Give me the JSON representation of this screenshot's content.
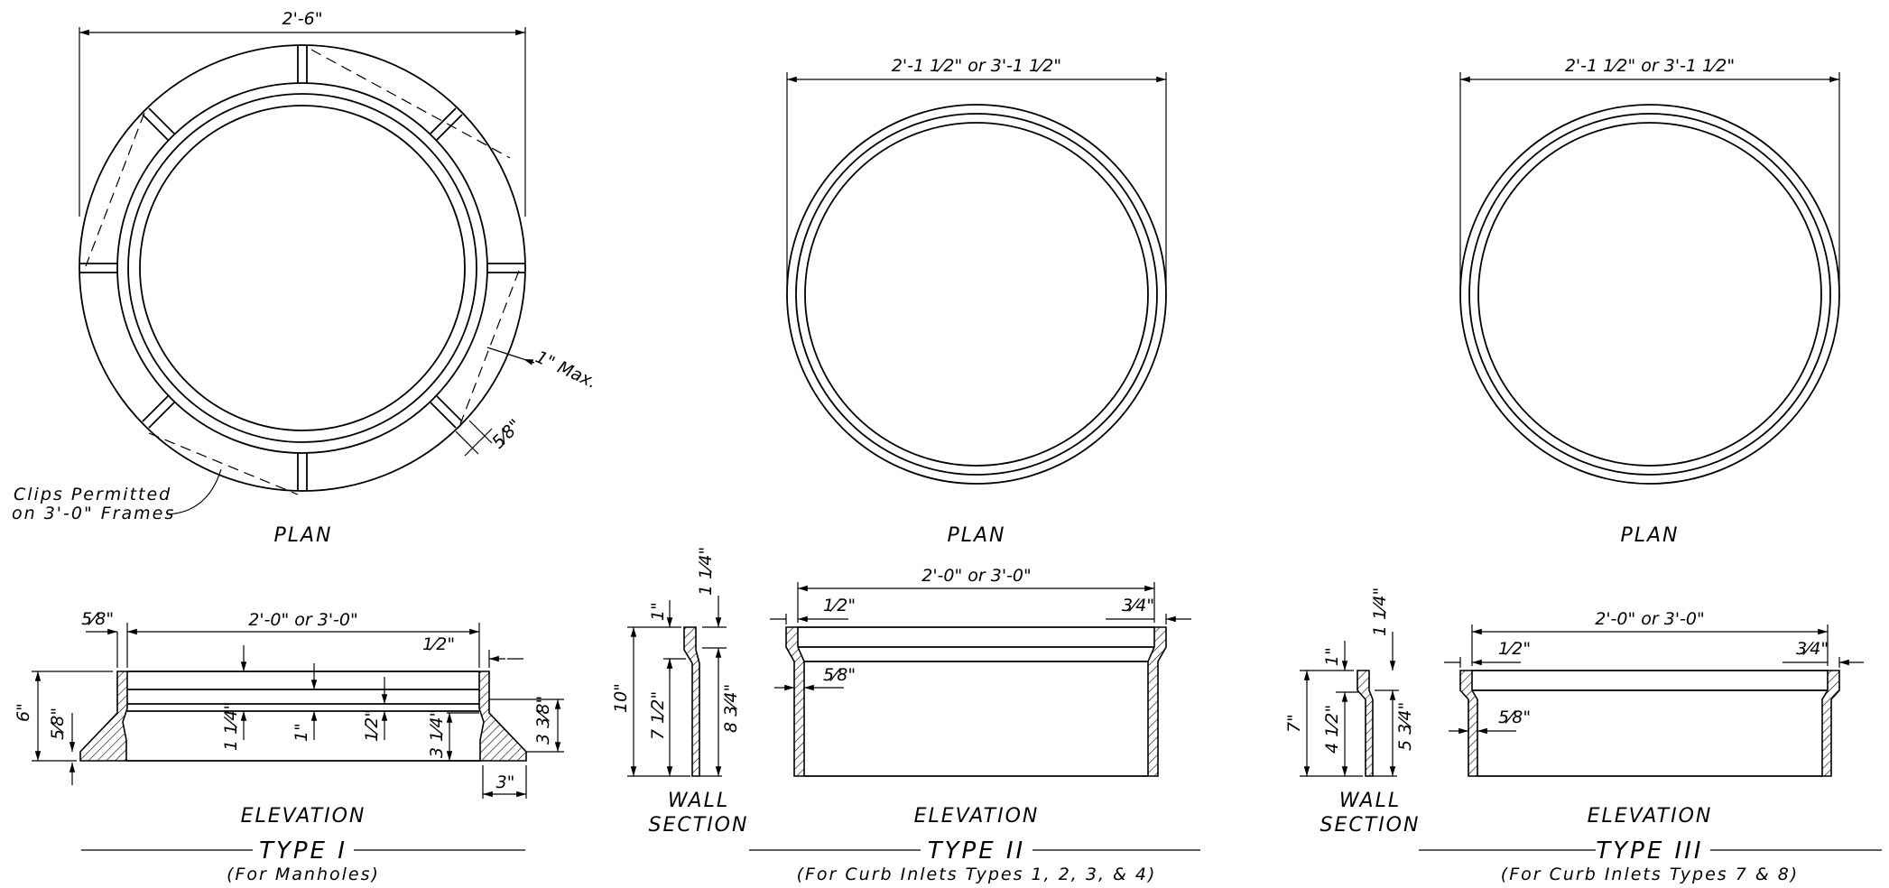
{
  "type1": {
    "plan_label": "PLAN",
    "width_dim": "2'-6\"",
    "max_note": "1\" Max.",
    "clip_dim": "5⁄8\"",
    "clips_note_1": "Clips Permitted",
    "clips_note_2": "on 3'-0\" Frames",
    "elevation_label": "ELEVATION",
    "title": "TYPE I",
    "subtitle": "(For Manholes)",
    "elev_top_dim": "2'-0\" or 3'-0\"",
    "elev_left_top": "5⁄8\"",
    "elev_right_top": "1⁄2\"",
    "elev_height": "6\"",
    "elev_left_small": "5⁄8\"",
    "elev_1q": "1 1⁄4\"",
    "elev_1in": "1\"",
    "elev_half": "1⁄2\"",
    "elev_3q": "3 1⁄4\"",
    "elev_3_3_8": "3 3⁄8\"",
    "elev_base": "3\""
  },
  "type2": {
    "plan_label": "PLAN",
    "width_dim": "2'-1 1⁄2\" or 3'-1 1⁄2\"",
    "wall_label_1": "WALL",
    "wall_label_2": "SECTION",
    "elevation_label": "ELEVATION",
    "title": "TYPE II",
    "subtitle": "(For Curb Inlets Types 1, 2, 3, & 4)",
    "elev_top_dim": "2'-0\" or 3'-0\"",
    "elev_half": "1⁄2\"",
    "elev_3q": "3⁄4\"",
    "elev_5_8": "5⁄8\"",
    "wall_1_1_4": "1 1⁄4\"",
    "wall_1": "1\"",
    "wall_10": "10\"",
    "wall_7_1_2": "7 1⁄2\"",
    "wall_8_3_4": "8 3⁄4\""
  },
  "type3": {
    "plan_label": "PLAN",
    "width_dim": "2'-1 1⁄2\" or 3'-1 1⁄2\"",
    "wall_label_1": "WALL",
    "wall_label_2": "SECTION",
    "elevation_label": "ELEVATION",
    "title": "TYPE III",
    "subtitle": "(For Curb Inlets Types 7 & 8)",
    "elev_top_dim": "2'-0\" or 3'-0\"",
    "elev_half": "1⁄2\"",
    "elev_3q": "3⁄4\"",
    "elev_5_8": "5⁄8\"",
    "wall_1_1_4": "1 1⁄4\"",
    "wall_1": "1\"",
    "wall_7": "7\"",
    "wall_4_1_2": "4 1⁄2\"",
    "wall_5_3_4": "5 3⁄4\""
  }
}
